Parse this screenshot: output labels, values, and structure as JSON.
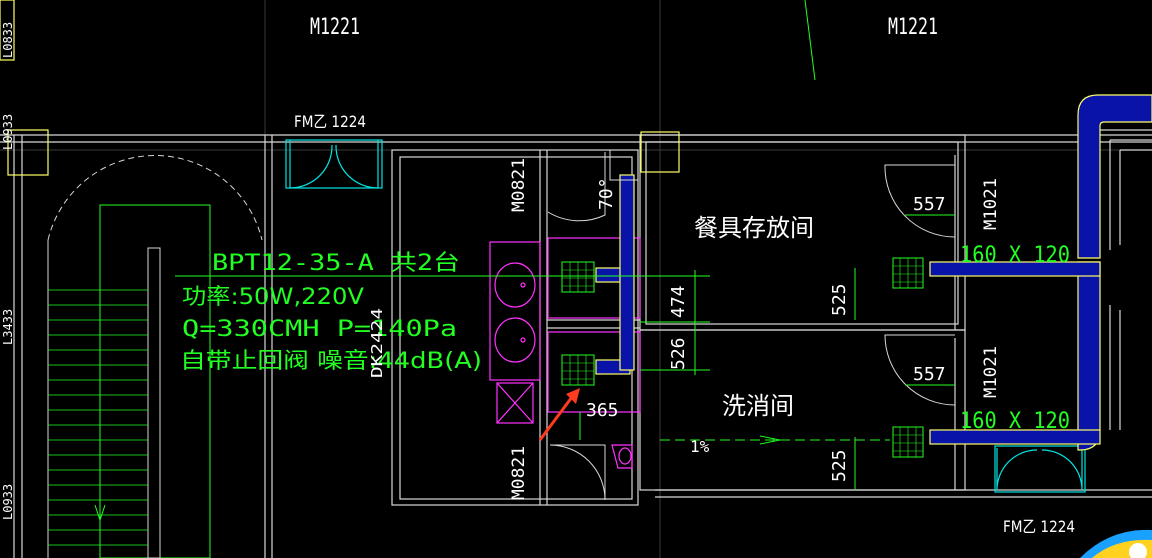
{
  "doors": {
    "m1221_left": "M1221",
    "m1221_right": "M1221",
    "fm_top": "FM乙 1224",
    "fm_bottom": "FM乙 1224",
    "m0821_top": "M0821",
    "m0821_bottom": "M0821",
    "m1021_top": "M1021",
    "m1021_bottom": "M1021"
  },
  "edge_labels": {
    "top": "L0833",
    "upper": "L0933",
    "middle": "L3433",
    "bottom": "L0933"
  },
  "rooms": {
    "tableware_storage": "餐具存放间",
    "washing_disinfection": "洗消间"
  },
  "equipment_note": {
    "line1": "BPT12-35-A  共2台",
    "line2": "功率:50W,220V",
    "line3": "Q=330CMH  P=140Pa",
    "line4": "自带止回阀     噪音:44dB(A)"
  },
  "vertical_tag": "DK2424",
  "dimensions": {
    "d_557_top": "557",
    "d_557_bottom": "557",
    "d_474": "474",
    "d_526": "526",
    "d_525_top": "525",
    "d_525_bottom": "525",
    "d_365": "365",
    "d_70": "70°",
    "duct_top": "160 X 120",
    "duct_bottom": "160 X 120",
    "slope": "1%"
  },
  "colors": {
    "background": "#000000",
    "wall": "#ffffff",
    "duct": "#1a2cff",
    "duct_edge": "#ffff66",
    "annotation": "#22ff22",
    "door": "#00e5e5",
    "fixture": "#ff33ff",
    "pointer": "#ff3b1f"
  }
}
